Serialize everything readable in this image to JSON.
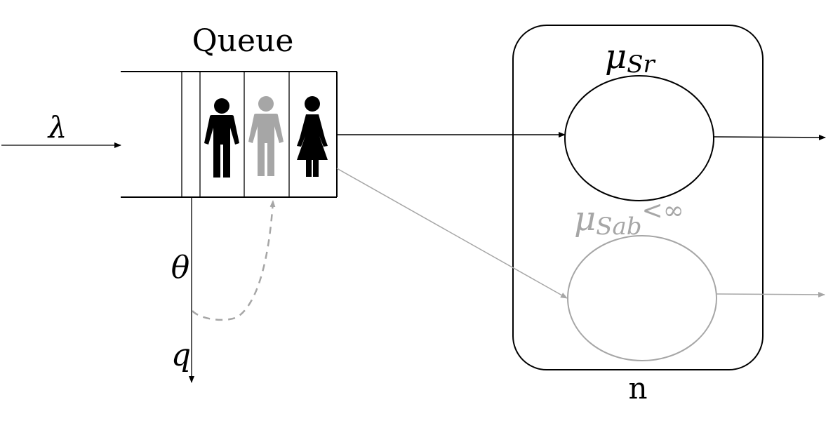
{
  "labels": {
    "queue_title": "Queue",
    "arrival_rate": "λ",
    "abandon_rate": "θ",
    "abandon_prob": "q",
    "server_count": "n",
    "service_rate_regular": {
      "main": "μ",
      "sub": "Sr"
    },
    "service_rate_abandon": {
      "main": "μ",
      "sub": "Sab",
      "suffix": "<∞"
    }
  },
  "customers": [
    {
      "icon": "man-icon",
      "state": "active"
    },
    {
      "icon": "man-icon",
      "state": "abandoning"
    },
    {
      "icon": "woman-icon",
      "state": "active"
    }
  ],
  "colors": {
    "primary": "#000000",
    "abandon": "#a6a6a6"
  }
}
